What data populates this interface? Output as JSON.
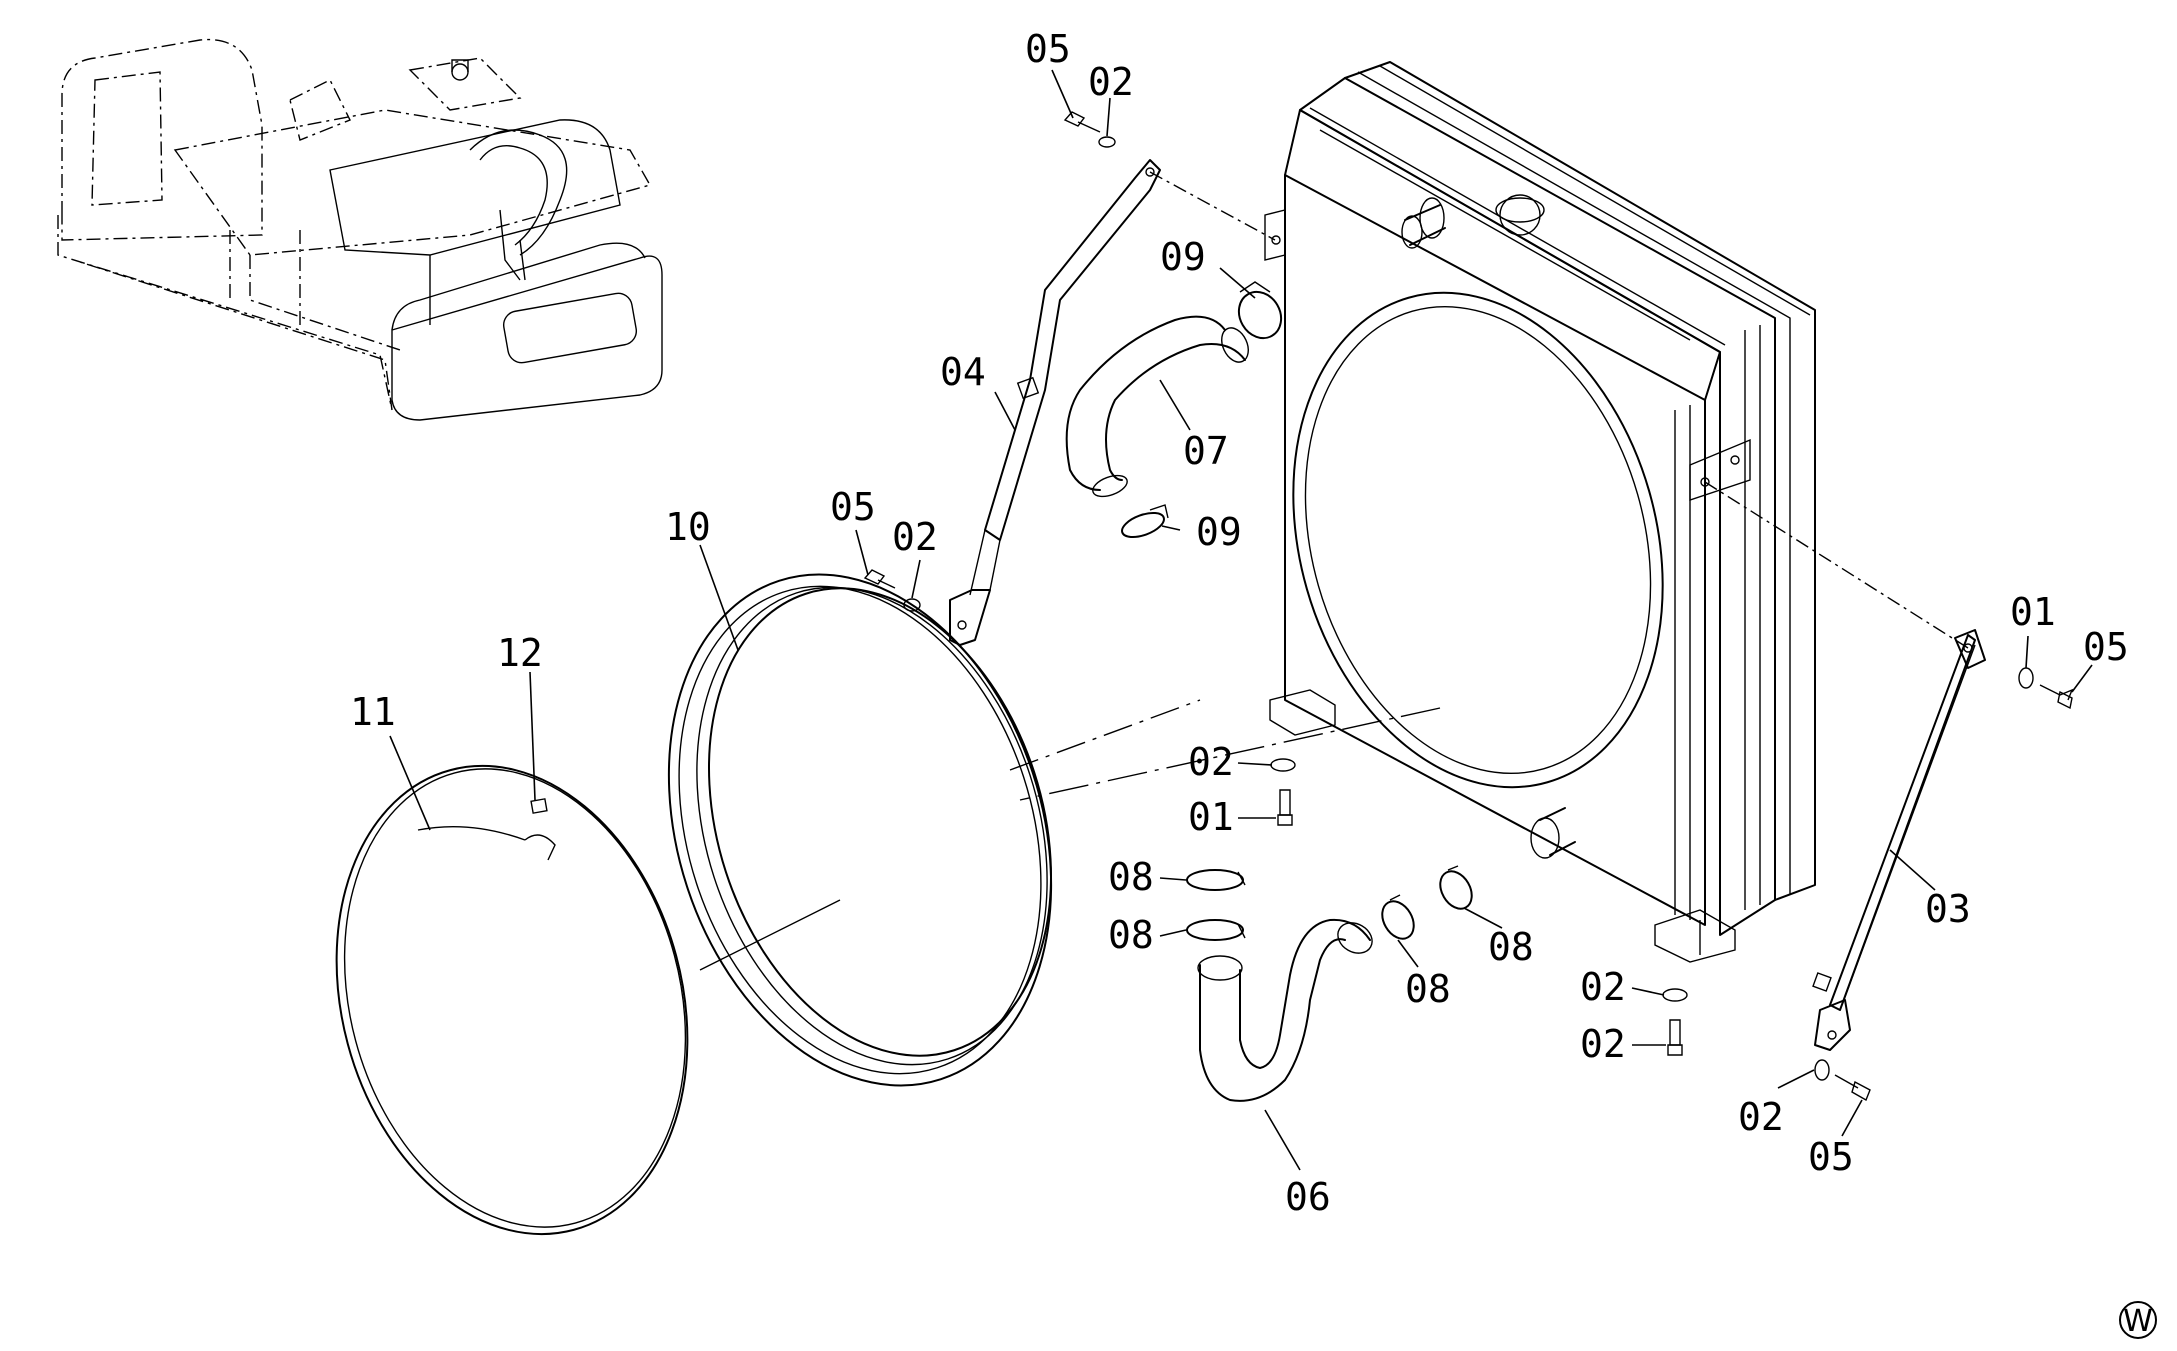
{
  "callouts": [
    {
      "id": "05",
      "part": "bolt"
    },
    {
      "id": "02",
      "part": "washer"
    },
    {
      "id": "09",
      "part": "hose-clamp"
    },
    {
      "id": "07",
      "part": "upper-hose"
    },
    {
      "id": "04",
      "part": "stay"
    },
    {
      "id": "05",
      "part": "bolt"
    },
    {
      "id": "02",
      "part": "washer"
    },
    {
      "id": "09",
      "part": "hose-clamp"
    },
    {
      "id": "10",
      "part": "fan-shroud-ring"
    },
    {
      "id": "12",
      "part": "band-clip"
    },
    {
      "id": "11",
      "part": "shroud-cover"
    },
    {
      "id": "02",
      "part": "washer"
    },
    {
      "id": "01",
      "part": "bolt"
    },
    {
      "id": "08",
      "part": "hose-clamp"
    },
    {
      "id": "08",
      "part": "hose-clamp"
    },
    {
      "id": "08",
      "part": "hose-clamp"
    },
    {
      "id": "08",
      "part": "hose-clamp"
    },
    {
      "id": "06",
      "part": "lower-hose"
    },
    {
      "id": "02",
      "part": "washer"
    },
    {
      "id": "05",
      "part": "bolt"
    },
    {
      "id": "03",
      "part": "stay"
    },
    {
      "id": "02",
      "part": "washer"
    },
    {
      "id": "01",
      "part": "bolt"
    },
    {
      "id": "02",
      "part": "washer"
    },
    {
      "id": "05",
      "part": "bolt"
    }
  ],
  "corner_marker": "W"
}
